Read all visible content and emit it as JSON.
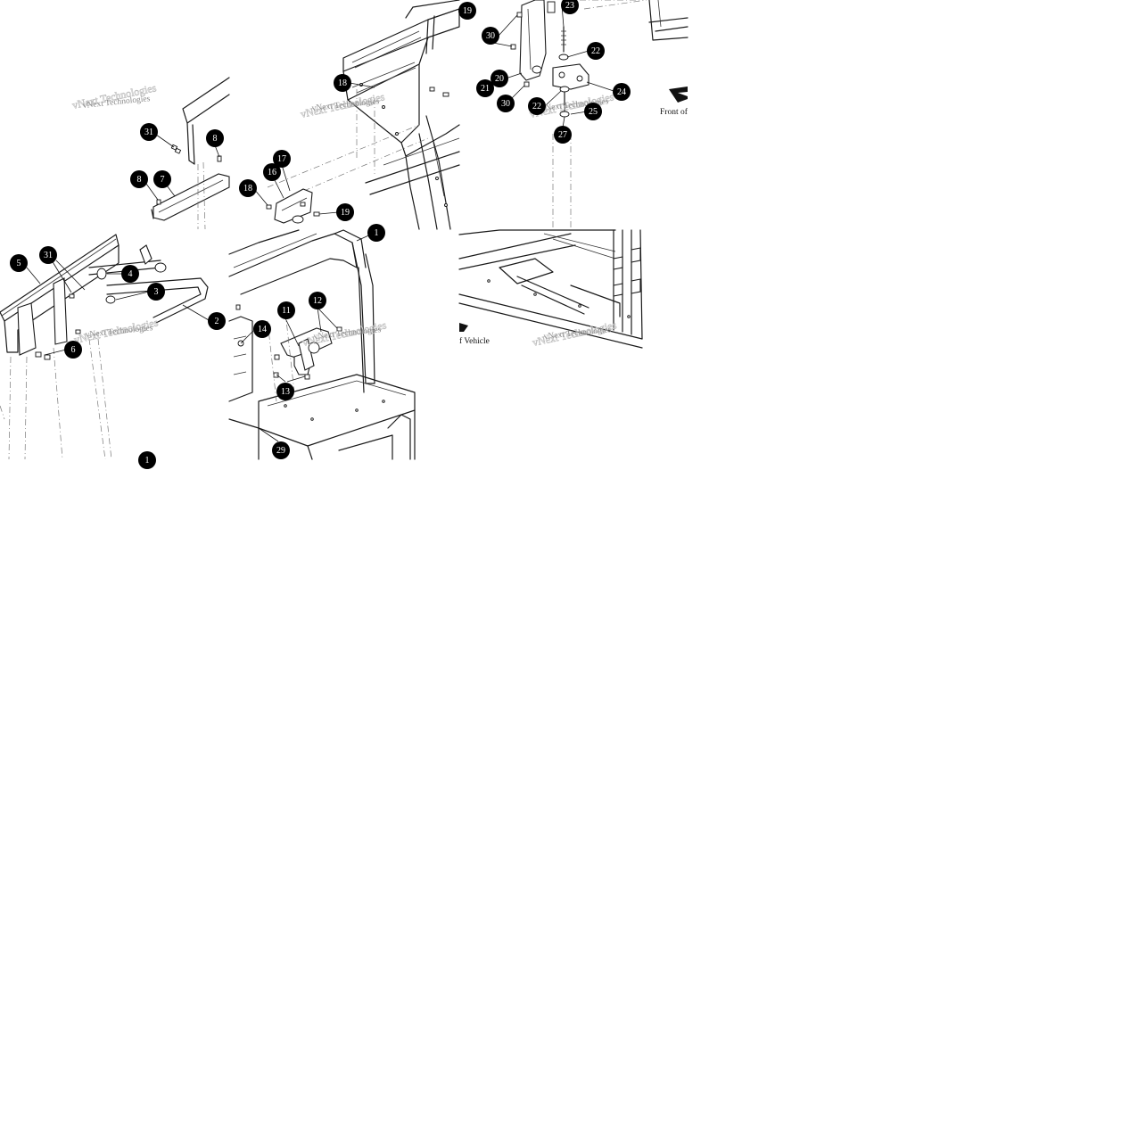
{
  "watermark": {
    "line1": "vNext Technologies"
  },
  "orientation": {
    "front_label_top": "Front of",
    "front_label_bottom": "f Vehicle"
  },
  "callouts": [
    {
      "id": "c19a",
      "label": "19"
    },
    {
      "id": "c23",
      "label": "23"
    },
    {
      "id": "c30a",
      "label": "30"
    },
    {
      "id": "c22a",
      "label": "22"
    },
    {
      "id": "c18a",
      "label": "18"
    },
    {
      "id": "c20",
      "label": "20"
    },
    {
      "id": "c21",
      "label": "21"
    },
    {
      "id": "c24",
      "label": "24"
    },
    {
      "id": "c30b",
      "label": "30"
    },
    {
      "id": "c22b",
      "label": "22"
    },
    {
      "id": "c25",
      "label": "25"
    },
    {
      "id": "c27",
      "label": "27"
    },
    {
      "id": "c31a",
      "label": "31"
    },
    {
      "id": "c8a",
      "label": "8"
    },
    {
      "id": "c8b",
      "label": "8"
    },
    {
      "id": "c7",
      "label": "7"
    },
    {
      "id": "c17",
      "label": "17"
    },
    {
      "id": "c16",
      "label": "16"
    },
    {
      "id": "c18b",
      "label": "18"
    },
    {
      "id": "c19b",
      "label": "19"
    },
    {
      "id": "c1",
      "label": "1"
    },
    {
      "id": "c5",
      "label": "5"
    },
    {
      "id": "c31b",
      "label": "31"
    },
    {
      "id": "c4",
      "label": "4"
    },
    {
      "id": "c3",
      "label": "3"
    },
    {
      "id": "c2",
      "label": "2"
    },
    {
      "id": "c6",
      "label": "6"
    },
    {
      "id": "c12",
      "label": "12"
    },
    {
      "id": "c11",
      "label": "11"
    },
    {
      "id": "c14",
      "label": "14"
    },
    {
      "id": "c13",
      "label": "13"
    },
    {
      "id": "c29",
      "label": "29"
    },
    {
      "id": "c1b",
      "label": "1"
    }
  ],
  "colors": {
    "ink": "#1a1a1a",
    "callout_fill": "#000000",
    "watermark": "#8a8a8a",
    "background": "#ffffff"
  }
}
